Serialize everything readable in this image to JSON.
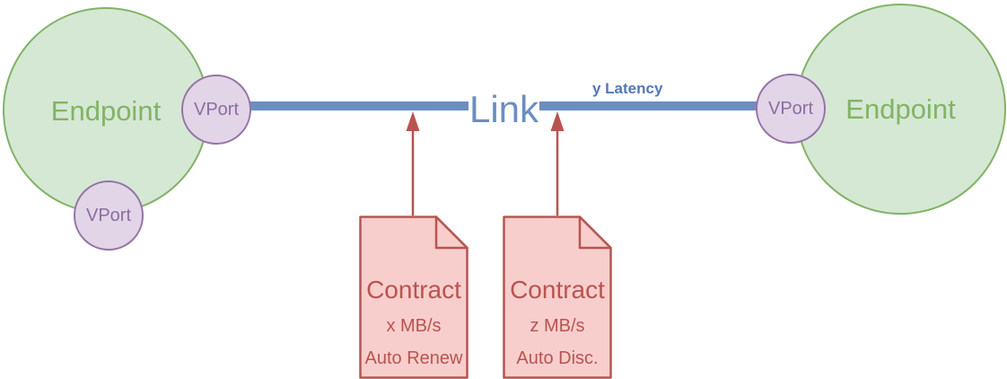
{
  "diagram": {
    "endpoints": [
      {
        "label": "Endpoint"
      },
      {
        "label": "Endpoint"
      }
    ],
    "vports": [
      {
        "label": "VPort"
      },
      {
        "label": "VPort"
      },
      {
        "label": "VPort"
      }
    ],
    "link": {
      "label": "Link",
      "latency_label": "y Latency"
    },
    "contracts": [
      {
        "title": "Contract",
        "bandwidth": "x MB/s",
        "policy": "Auto Renew"
      },
      {
        "title": "Contract",
        "bandwidth": "z MB/s",
        "policy": "Auto Disc."
      }
    ],
    "colors": {
      "endpoint_fill": "#d5e8d4",
      "endpoint_stroke": "#82b366",
      "endpoint_text": "#82b366",
      "vport_fill": "#e1d5e7",
      "vport_stroke": "#9673a6",
      "vport_text": "#8d6ca0",
      "link_color": "#6c8ebf",
      "latency_text": "#5577b5",
      "contract_fill": "#f8cecc",
      "contract_stroke": "#b85450",
      "contract_text": "#b85450",
      "arrow_color": "#b85450"
    }
  }
}
